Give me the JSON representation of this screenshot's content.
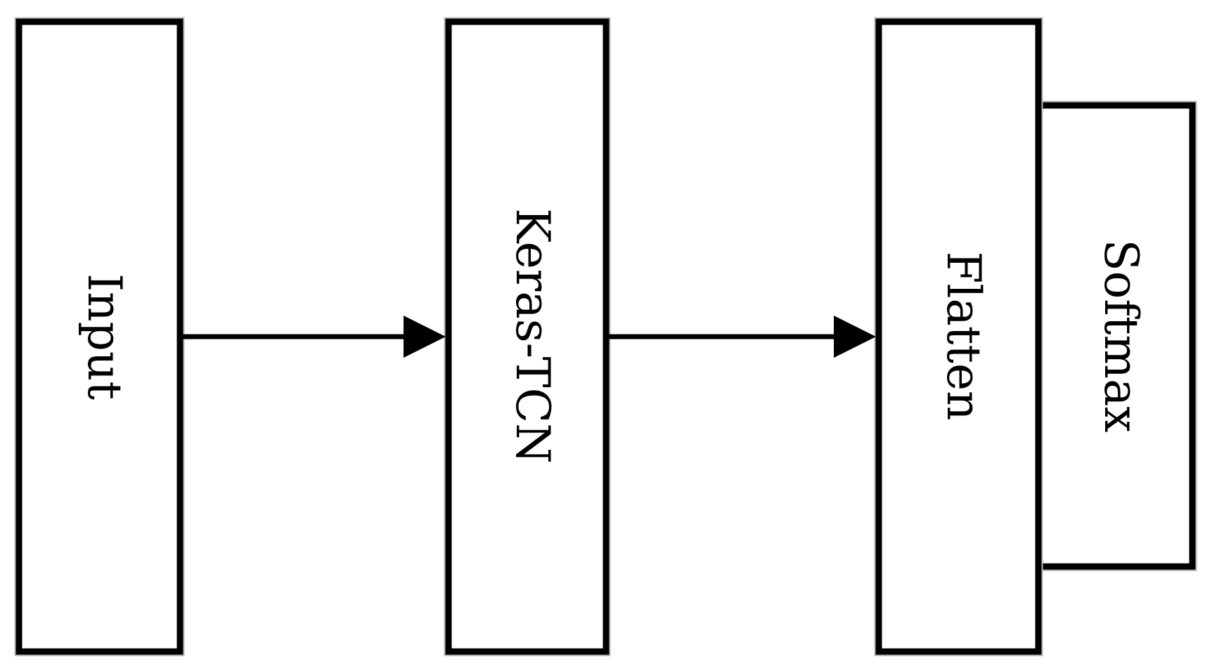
{
  "nodes": {
    "input": {
      "label": "Input"
    },
    "keras_tcn": {
      "label": "Keras-TCN"
    },
    "flatten": {
      "label": "Flatten"
    },
    "softmax": {
      "label": "Softmax"
    }
  },
  "edges": [
    {
      "from": "Input",
      "to": "Keras-TCN"
    },
    {
      "from": "Keras-TCN",
      "to": "Flatten"
    }
  ],
  "colors": {
    "stroke": "#000000",
    "fill": "#ffffff"
  }
}
